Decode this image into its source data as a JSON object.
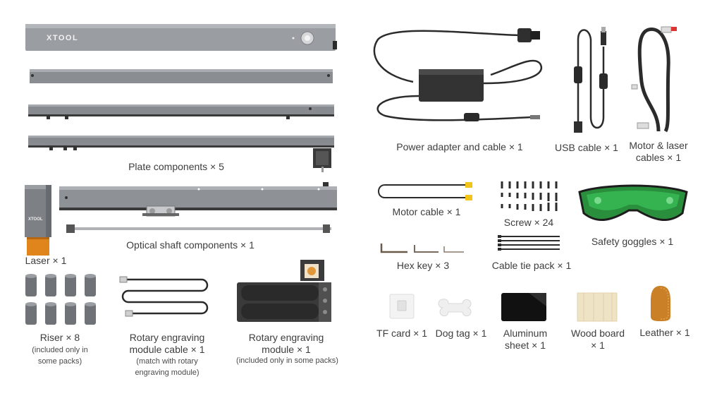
{
  "brand": "XTOOL",
  "items": {
    "plate": {
      "label": "Plate components × 5"
    },
    "optical": {
      "label": "Optical shaft components × 1"
    },
    "laser": {
      "label": "Laser × 1",
      "brand": "XTOOL"
    },
    "riser": {
      "label": "Riser × 8",
      "note": "(included only in some packs)"
    },
    "rotary_cable": {
      "label": "Rotary engraving module cable × 1",
      "note": "(match with rotary engraving module)"
    },
    "rotary_module": {
      "label": "Rotary engraving module × 1",
      "note": "(included only in some packs)"
    },
    "power": {
      "label": "Power adapter and cable × 1"
    },
    "usb": {
      "label": "USB cable × 1"
    },
    "motor_laser_cables": {
      "label": "Motor & laser cables × 1"
    },
    "motor_cable": {
      "label": "Motor cable × 1"
    },
    "screw": {
      "label": "Screw × 24"
    },
    "goggles": {
      "label": "Safety goggles × 1"
    },
    "hex_key": {
      "label": "Hex key × 3"
    },
    "cable_tie": {
      "label": "Cable tie pack × 1"
    },
    "tf_card": {
      "label": "TF card × 1"
    },
    "dog_tag": {
      "label": "Dog tag × 1"
    },
    "aluminum": {
      "label": "Aluminum sheet × 1"
    },
    "wood": {
      "label": "Wood board × 1"
    },
    "leather": {
      "label": "Leather × 1"
    }
  },
  "colors": {
    "metal": "#8e9196",
    "metal_dark": "#5f6267",
    "cable": "#2b2b2b",
    "lens": "#2fae4a",
    "laser_orange": "#e0851c",
    "wood": "#efe3c6",
    "leather": "#d28a2c"
  }
}
